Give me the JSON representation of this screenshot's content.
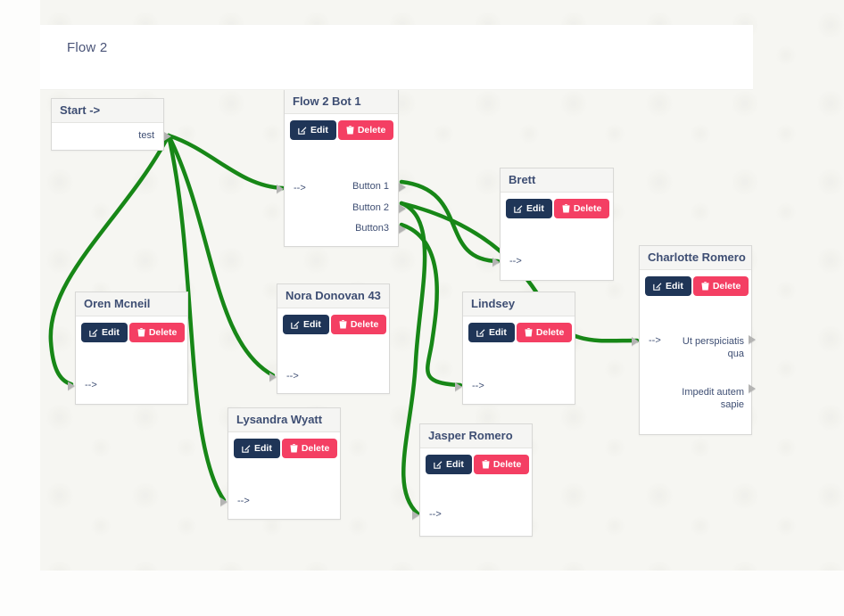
{
  "header": {
    "title": "Flow 2"
  },
  "buttons": {
    "edit": "Edit",
    "delete": "Delete"
  },
  "colors": {
    "connector": "#178717",
    "edit_button_bg": "#1f3557",
    "delete_button_bg": "#f43f63",
    "node_title_text": "#3e4e73",
    "canvas_bg": "#f6f6f2"
  },
  "icons": {
    "edit": "pencil-square-icon",
    "delete": "trash-icon",
    "port": "triangle-connector"
  },
  "nodes": {
    "start": {
      "title": "Start ->",
      "output": "test"
    },
    "bot": {
      "title": "Flow 2 Bot 1",
      "input": "-->",
      "outputs": [
        "Button 1",
        "Button 2",
        "Button3"
      ]
    },
    "brett": {
      "title": "Brett",
      "input": "-->"
    },
    "charlotte": {
      "title": "Charlotte Romero",
      "input": "-->",
      "outputs": [
        "Ut perspiciatis qua",
        "Impedit autem sapie"
      ]
    },
    "oren": {
      "title": "Oren Mcneil",
      "input": "-->"
    },
    "nora": {
      "title": "Nora Donovan 43",
      "input": "-->"
    },
    "lindsey": {
      "title": "Lindsey",
      "input": "-->"
    },
    "lysandra": {
      "title": "Lysandra Wyatt",
      "input": "-->"
    },
    "jasper": {
      "title": "Jasper Romero",
      "input": "-->"
    }
  },
  "connections": [
    {
      "from": "start.test",
      "to": "bot.input"
    },
    {
      "from": "start.test",
      "to": "oren.input"
    },
    {
      "from": "start.test",
      "to": "nora.input"
    },
    {
      "from": "start.test",
      "to": "lysandra.input"
    },
    {
      "from": "bot.Button 1",
      "to": "brett.input"
    },
    {
      "from": "bot.Button 2",
      "to": "charlotte.input"
    },
    {
      "from": "bot.Button 2",
      "to": "jasper.input"
    },
    {
      "from": "bot.Button3",
      "to": "lindsey.input"
    }
  ]
}
